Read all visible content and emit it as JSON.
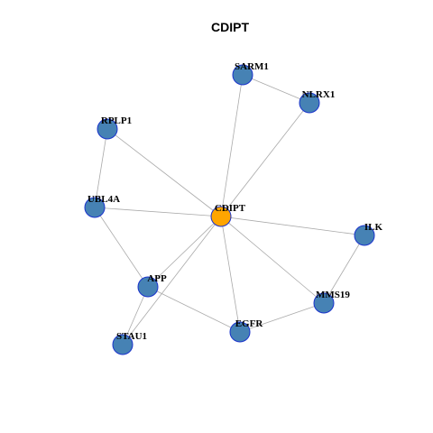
{
  "title": "CDIPT",
  "colors": {
    "node_fill": "#4682B4",
    "center_fill": "#FFA500",
    "node_stroke": "#1a33cc",
    "edge": "#aaaaaa"
  },
  "nodes": [
    {
      "id": "CDIPT",
      "label": "CDIPT",
      "center": true
    },
    {
      "id": "SARM1",
      "label": "SARM1"
    },
    {
      "id": "NLRX1",
      "label": "NLRX1"
    },
    {
      "id": "RPLP1",
      "label": "RPLP1"
    },
    {
      "id": "UBL4A",
      "label": "UBL4A"
    },
    {
      "id": "ILK",
      "label": "ILK"
    },
    {
      "id": "APP",
      "label": "APP"
    },
    {
      "id": "MMS19",
      "label": "MMS19"
    },
    {
      "id": "EGFR",
      "label": "EGFR"
    },
    {
      "id": "STAU1",
      "label": "STAU1"
    }
  ],
  "edges": [
    [
      "CDIPT",
      "SARM1"
    ],
    [
      "CDIPT",
      "NLRX1"
    ],
    [
      "CDIPT",
      "RPLP1"
    ],
    [
      "CDIPT",
      "UBL4A"
    ],
    [
      "CDIPT",
      "ILK"
    ],
    [
      "CDIPT",
      "APP"
    ],
    [
      "CDIPT",
      "MMS19"
    ],
    [
      "CDIPT",
      "EGFR"
    ],
    [
      "CDIPT",
      "STAU1"
    ],
    [
      "SARM1",
      "NLRX1"
    ],
    [
      "RPLP1",
      "UBL4A"
    ],
    [
      "UBL4A",
      "APP"
    ],
    [
      "APP",
      "STAU1"
    ],
    [
      "APP",
      "EGFR"
    ],
    [
      "EGFR",
      "MMS19"
    ],
    [
      "MMS19",
      "ILK"
    ]
  ]
}
